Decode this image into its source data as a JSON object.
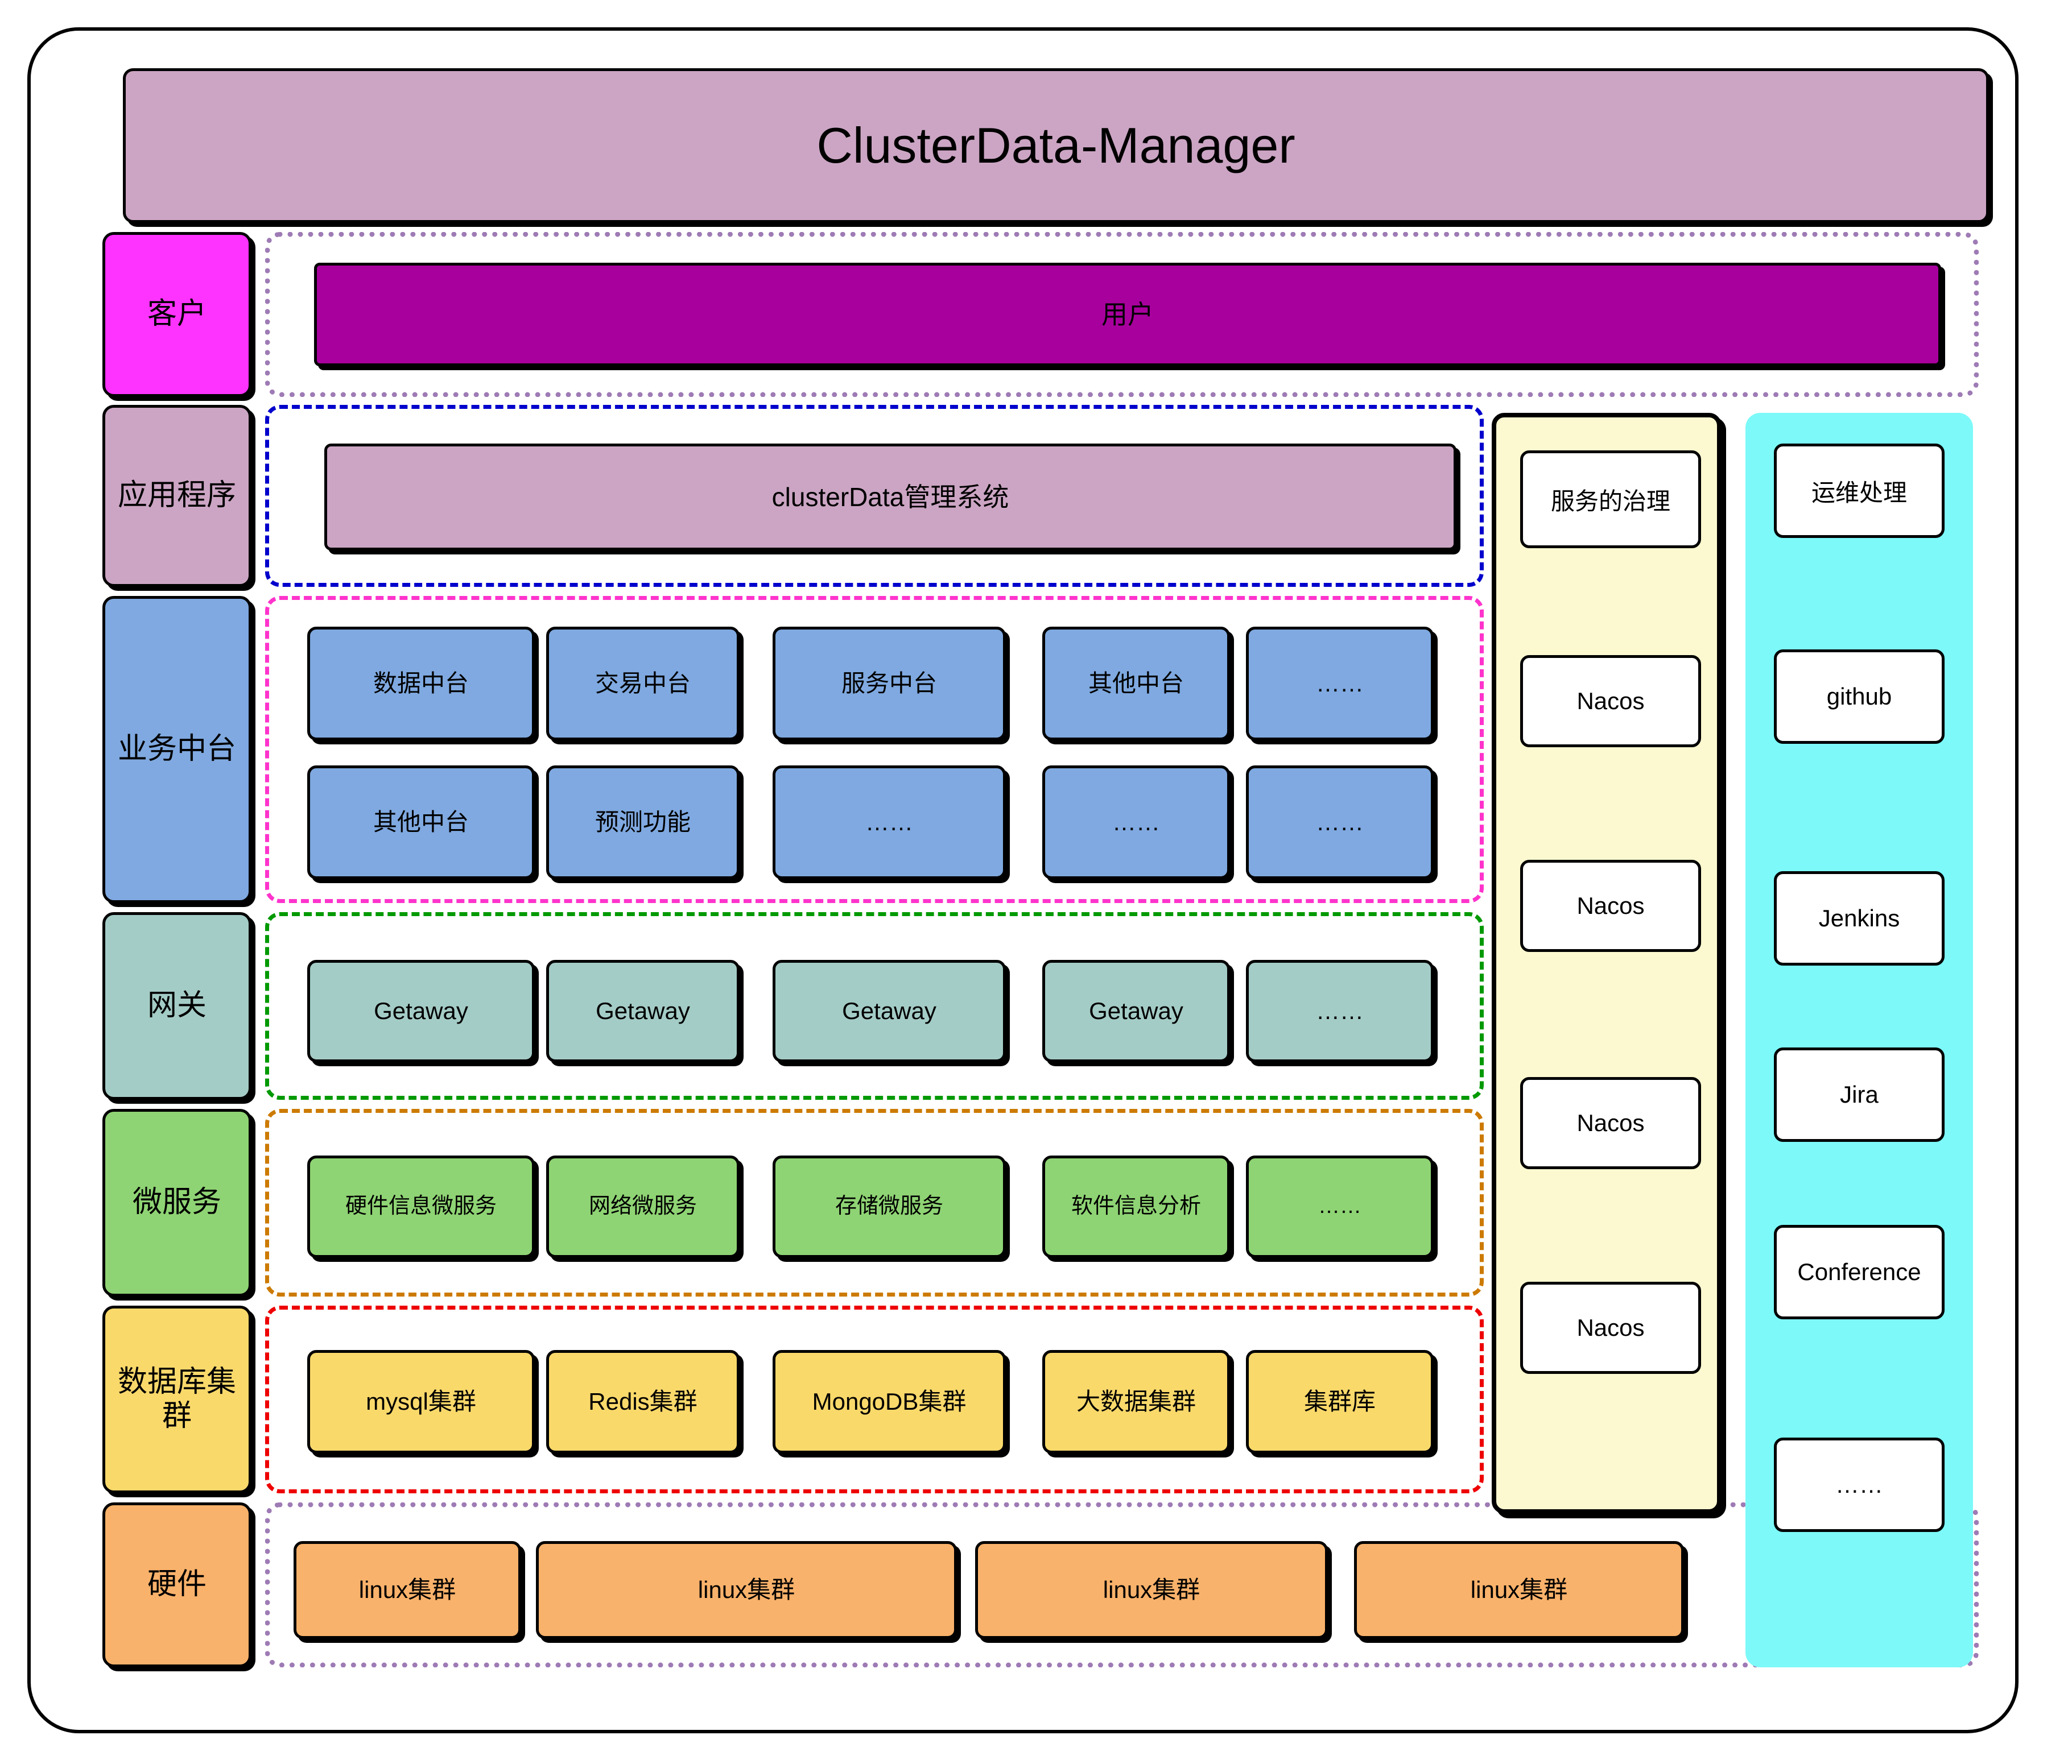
{
  "title": "ClusterData-Manager",
  "stages": [
    {
      "key": "client",
      "label": "客户",
      "color": "#FF33FF",
      "group_border": "#9E7BB5"
    },
    {
      "key": "app",
      "label": "应用程序",
      "color": "#CCA5C4",
      "group_border": "#0000CC"
    },
    {
      "key": "business",
      "label": "业务中台",
      "color": "#7FA9E0",
      "group_border": "#FF33CC"
    },
    {
      "key": "gateway",
      "label": "网关",
      "color": "#A4CCC6",
      "group_border": "#009900"
    },
    {
      "key": "micro",
      "label": "微服务",
      "color": "#8FD474",
      "group_border": "#CC7A00"
    },
    {
      "key": "db",
      "label": "数据库集群",
      "color": "#FAD96B",
      "group_border": "#EE0000"
    },
    {
      "key": "hardware",
      "label": "硬件",
      "color": "#F9B26B",
      "group_border": "#9E7BB5"
    }
  ],
  "client": {
    "user_bar": "用户"
  },
  "application": {
    "system": "clusterData管理系统"
  },
  "business": {
    "row1": [
      "数据中台",
      "交易中台",
      "服务中台",
      "其他中台",
      "……"
    ],
    "row2": [
      "其他中台",
      "预测功能",
      "……",
      "……",
      "……"
    ]
  },
  "gateway": {
    "items": [
      "Getaway",
      "Getaway",
      "Getaway",
      "Getaway",
      "……"
    ]
  },
  "microservices": {
    "items": [
      "硬件信息微服务",
      "网络微服务",
      "存储微服务",
      "软件信息分析",
      "……"
    ]
  },
  "database": {
    "items": [
      "mysql集群",
      "Redis集群",
      "MongoDB集群",
      "大数据集群",
      "集群库"
    ]
  },
  "hardware": {
    "items": [
      "linux集群",
      "linux集群",
      "linux集群",
      "linux集群"
    ]
  },
  "governance": {
    "header": "服务的治理",
    "items": [
      "Nacos",
      "Nacos",
      "Nacos",
      "Nacos"
    ],
    "background": "#FCF8D0"
  },
  "devops": {
    "header": "运维处理",
    "items": [
      "github",
      "Jenkins",
      "Jira",
      "Conference",
      "……"
    ],
    "background": "#7DF9F9"
  }
}
